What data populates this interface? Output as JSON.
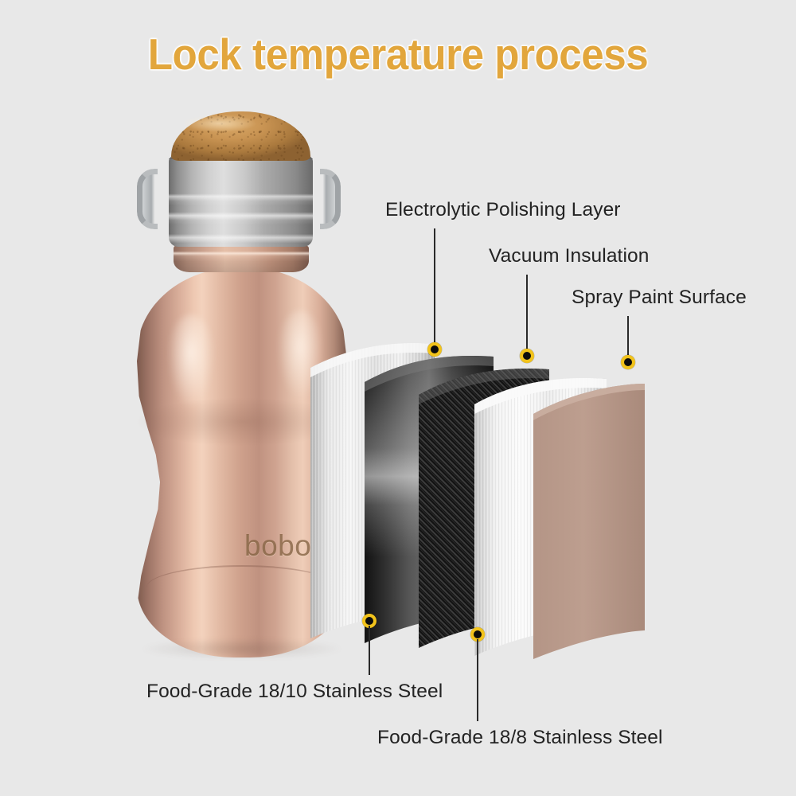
{
  "title": "Lock temperature process",
  "brand_logo": "bobo",
  "colors": {
    "background": "#e8e8e8",
    "title_text": "#e2a63c",
    "label_text": "#232323",
    "callout_dot_ring": "#f2c31b",
    "callout_dot_center": "#0c0c0c",
    "leader_line": "#2a2a2a",
    "bottle_rose_gold": "#d9ae9a",
    "lid_bamboo": "#c89352",
    "collar_steel": "#cfcfcf"
  },
  "callouts": [
    {
      "id": "electrolytic-polishing-layer",
      "label": "Electrolytic Polishing Layer"
    },
    {
      "id": "vacuum-insulation",
      "label": "Vacuum Insulation"
    },
    {
      "id": "spray-paint-surface",
      "label": "Spray Paint Surface"
    },
    {
      "id": "food-grade-18-10",
      "label": "Food-Grade 18/10 Stainless Steel"
    },
    {
      "id": "food-grade-18-8",
      "label": "Food-Grade 18/8 Stainless Steel"
    }
  ],
  "layers": [
    {
      "id": "layer-polished-steel",
      "material": "brushed-polished-stainless"
    },
    {
      "id": "layer-dark-metal",
      "material": "dark-mirror-metal"
    },
    {
      "id": "layer-vacuum-carbon",
      "material": "carbon-weave-vacuum"
    },
    {
      "id": "layer-inner-steel",
      "material": "brushed-white-stainless"
    },
    {
      "id": "layer-spray-paint",
      "material": "rose-gold-spray-paint"
    }
  ],
  "product": {
    "lid": "bamboo-dome-lid",
    "collar": "stainless-steel-collar",
    "handles": "wire-bail-handle",
    "body": "rose-gold-gourd-body"
  }
}
